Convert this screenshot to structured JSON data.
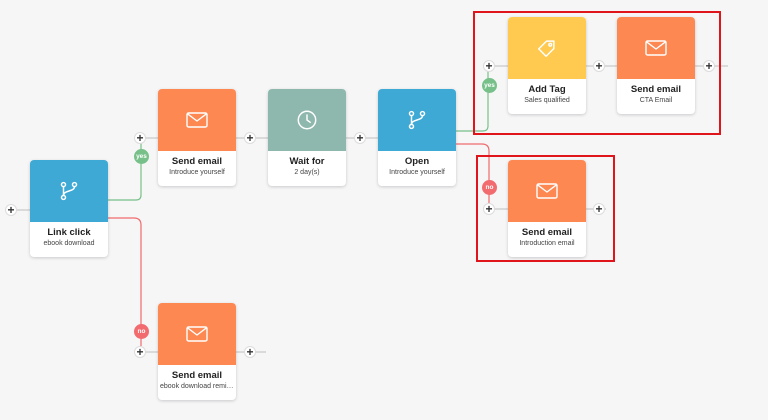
{
  "colors": {
    "email": "#fe8852",
    "condition": "#3ea9d4",
    "wait": "#8eb7ad",
    "tag": "#ffca4f",
    "yes_path": "#77c089",
    "no_path": "#f16b6f",
    "highlight": "#e0141b"
  },
  "nodes": {
    "link_click": {
      "title": "Link click",
      "subtitle": "ebook download",
      "icon": "branch-icon"
    },
    "send_email_introduce": {
      "title": "Send email",
      "subtitle": "Introduce yourself",
      "icon": "envelope-icon"
    },
    "wait_for": {
      "title": "Wait for",
      "subtitle": "2 day(s)",
      "icon": "clock-icon"
    },
    "open": {
      "title": "Open",
      "subtitle": "Introduce yourself",
      "icon": "branch-icon"
    },
    "add_tag": {
      "title": "Add Tag",
      "subtitle": "Sales qualified",
      "icon": "tag-icon"
    },
    "send_email_cta": {
      "title": "Send email",
      "subtitle": "CTA Email",
      "icon": "envelope-icon"
    },
    "send_email_intro": {
      "title": "Send email",
      "subtitle": "Introduction email",
      "icon": "envelope-icon"
    },
    "send_email_reminder": {
      "title": "Send email",
      "subtitle": "ebook download remin...",
      "icon": "envelope-icon"
    }
  },
  "badges": {
    "yes": "yes",
    "no": "no"
  },
  "add_symbol": "+"
}
